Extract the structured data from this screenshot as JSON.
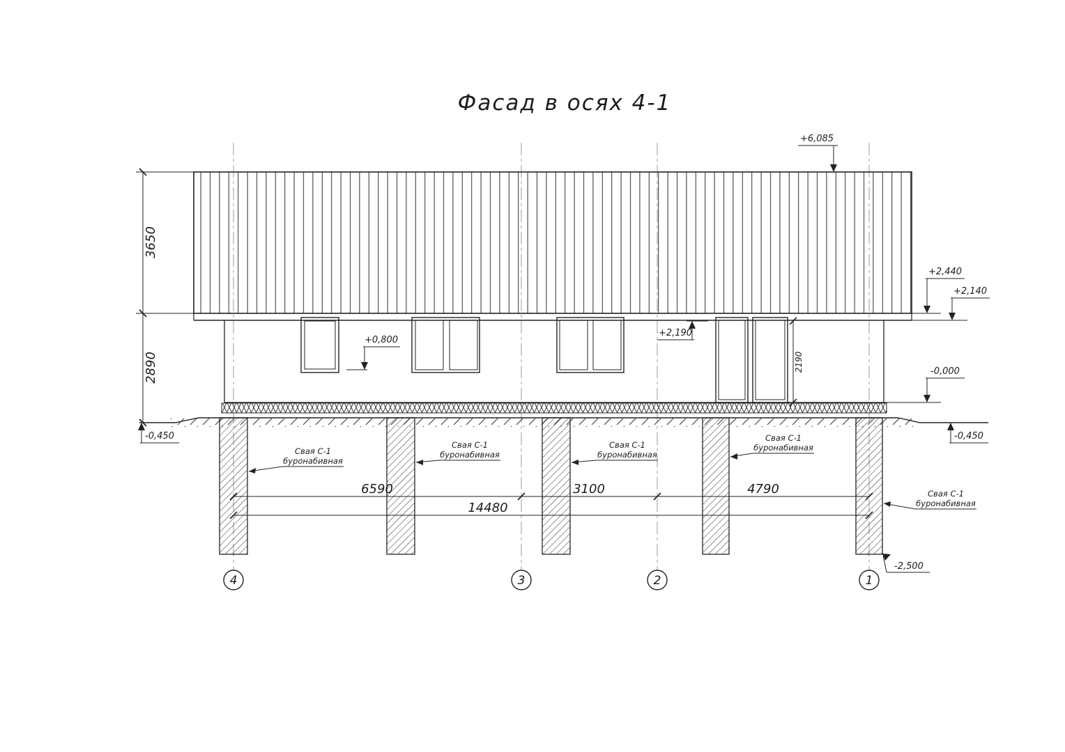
{
  "title": "Фасад в осях 4-1",
  "axis_labels": {
    "a4": "4",
    "a3": "3",
    "a2": "2",
    "a1": "1"
  },
  "elevations": {
    "roof_top": "+6,085",
    "eaves_top": "+2,440",
    "eaves_bottom": "+2,140",
    "floor_zero": "-0,000",
    "ground_left": "-0,450",
    "ground_right": "-0,450",
    "pile_bottom": "-2,500",
    "window_sill": "+0,800",
    "opening_top": "+2,190"
  },
  "dimensions": {
    "roof_height": "3650",
    "wall_height": "2890",
    "opening_height": "2190",
    "span_4_3": "6590",
    "span_3_2": "3100",
    "span_2_1": "4790",
    "total_span": "14480"
  },
  "pile_label": {
    "line1": "Свая С-1",
    "line2": "буронабивная"
  }
}
